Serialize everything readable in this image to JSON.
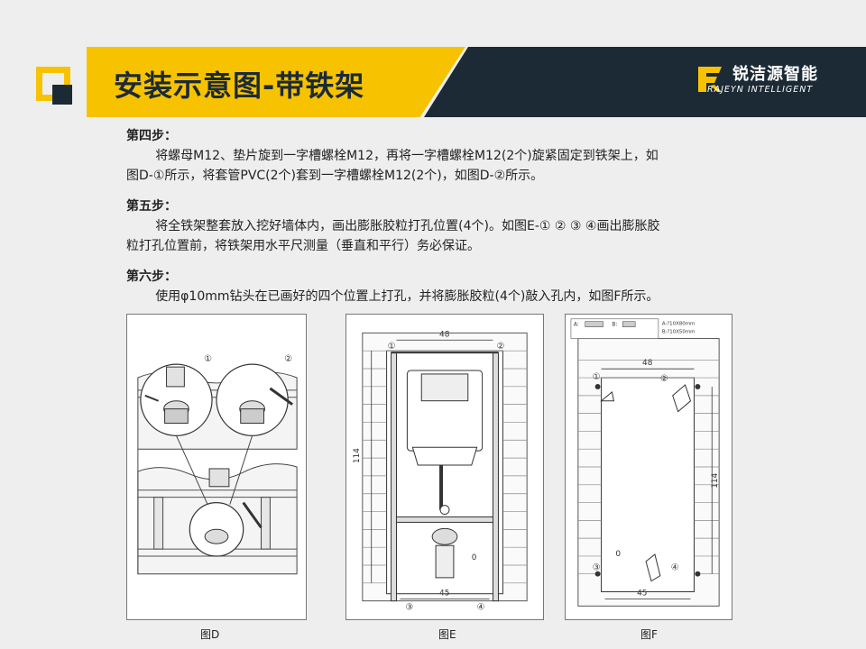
{
  "header": {
    "title": "安装示意图-带铁架",
    "brand_cn": "锐洁源智能",
    "brand_en": "RAJEYN INTELLIGENT",
    "icon": "brand-logo-icon"
  },
  "colors": {
    "accent": "#f7c300",
    "dark": "#1c2a35",
    "background": "#eeeeee"
  },
  "steps": [
    {
      "title": "第四步：",
      "lines": [
        "将螺母M12、垫片旋到一字槽螺栓M12，再将一字槽螺栓M12(2个)旋紧固定到铁架上，如",
        "图D-①所示，将套管PVC(2个)套到一字槽螺栓M12(2个)，如图D-②所示。"
      ]
    },
    {
      "title": "第五步：",
      "lines": [
        "将全铁架整套放入挖好墙体内，画出膨胀胶粒打孔位置(4个)。如图E-① ② ③ ④画出膨胀胶",
        "粒打孔位置前，将铁架用水平尺测量（垂直和平行）务必保证。"
      ]
    },
    {
      "title": "第六步：",
      "lines": [
        "使用φ10mm钻头在已画好的四个位置上打孔，并将膨胀胶粒(4个)敲入孔内，如图F所示。"
      ]
    }
  ],
  "figures": {
    "d": {
      "caption": "图D",
      "callouts": [
        "①",
        "②"
      ]
    },
    "e": {
      "caption": "图E",
      "dim_top": "48",
      "dim_side": "114",
      "dim_bottom": "45",
      "dim_zero": "0",
      "points": [
        "①",
        "②",
        "③",
        "④"
      ]
    },
    "f": {
      "caption": "图F",
      "legend_a": "A:",
      "legend_b": "B:",
      "legend_a_spec": "A:?10X80mm",
      "legend_b_spec": "B:?10X50mm",
      "dim_top": "48",
      "dim_side": "114",
      "dim_bottom": "45",
      "dim_zero": "0",
      "points": [
        "①",
        "②",
        "③",
        "④"
      ]
    }
  }
}
